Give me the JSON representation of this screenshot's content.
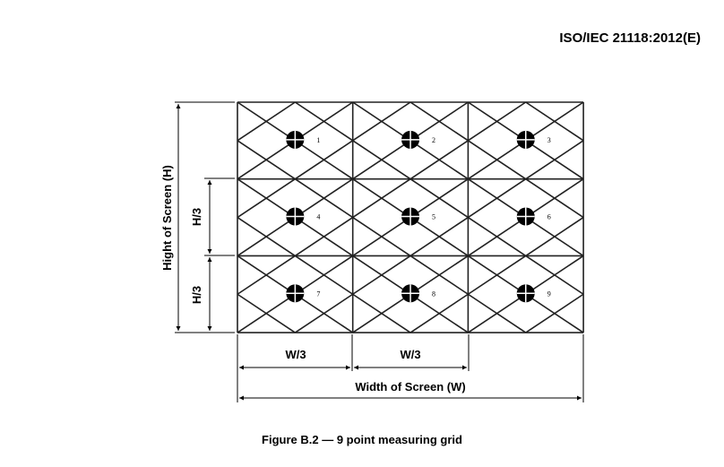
{
  "header": {
    "standard_id": "ISO/IEC 21118:2012(E)"
  },
  "figure": {
    "caption": "Figure B.2 — 9 point measuring grid",
    "point_labels": [
      "1",
      "2",
      "3",
      "4",
      "5",
      "6",
      "7",
      "8",
      "9"
    ],
    "dimensions": {
      "screen_height": "Hight of Screen (H)",
      "third_height_upper": "H/3",
      "third_height_lower": "H/3",
      "third_width_left": "W/3",
      "third_width_middle": "W/3",
      "screen_width": "Width of Screen (W)"
    }
  }
}
